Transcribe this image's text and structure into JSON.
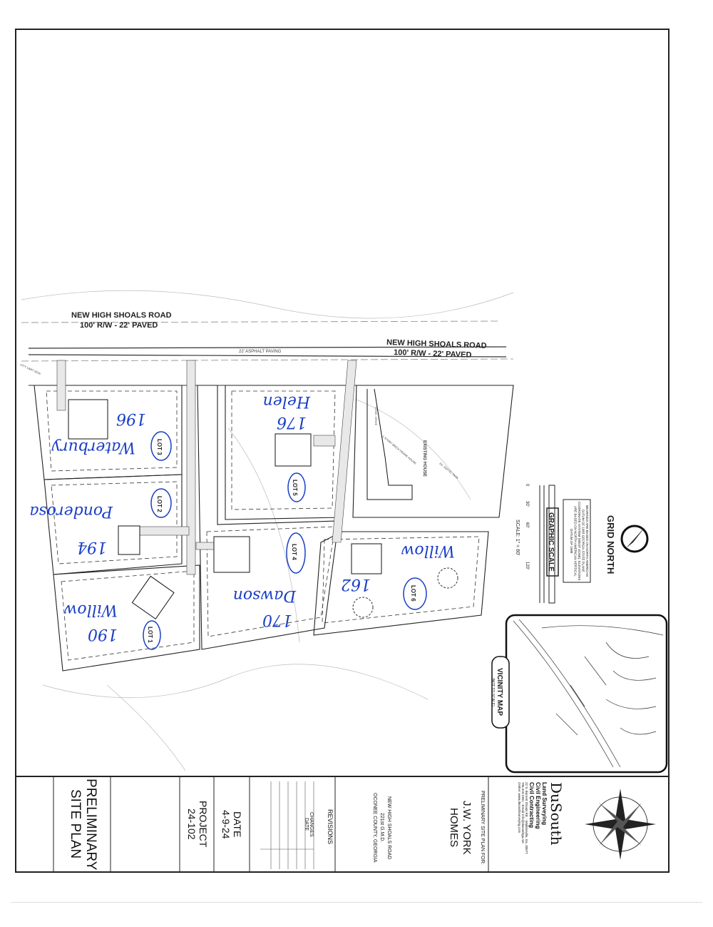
{
  "road": {
    "name": "NEW HIGH SHOALS ROAD",
    "row": "100' R/W - 22' PAVED",
    "paving": "22' ASPHALT PAVING"
  },
  "plan": {
    "lots": [
      {
        "label": "LOT 1",
        "address": "190",
        "model": "Willow"
      },
      {
        "label": "LOT 2",
        "address": "194",
        "model": "Ponderosa"
      },
      {
        "label": "LOT 3",
        "address": "196",
        "model": "Waterbury"
      },
      {
        "label": "LOT 4",
        "address": "170",
        "model": "Dawson"
      },
      {
        "label": "LOT 5",
        "address": "176",
        "model": "Helen"
      },
      {
        "label": "LOT 6",
        "address": "162",
        "model": "Willow"
      }
    ],
    "existing_house": "EXISTING HOUSE",
    "house_desc": "1 STORY BRICK FRAME HOUSE",
    "septic": "EX. SEPTIC TANK",
    "drive": "CONC. DRIVE",
    "city_limit": "CITY LIMIT SIGN"
  },
  "north": {
    "title": "GRID NORTH",
    "note": "BEARINGS ARE BASED ON NORTH AMERICAN DATUM OF 1983 GEORGIA STATE PLANE COORDINATE SYSTEM (WEST ZONE). ELEVATIONS ARE BASED ON NORTH AMERICAN VERTICAL DATUM OF 1988"
  },
  "scale": {
    "title": "GRAPHIC SCALE",
    "ticks": [
      "0",
      "30'",
      "60'",
      "120'"
    ],
    "text": "SCALE: 1\" = 60'"
  },
  "vicinity": {
    "title": "VICINITY MAP",
    "sub": "(NOT TO SCALE)"
  },
  "title_block": {
    "firm": "DuSouth",
    "services": [
      "Land Surveying",
      "Civil Engineering",
      "Civil Contracting"
    ],
    "contact": [
      "22 S. Barnett Shoals Rd. - Watkinsville, Ga. 30677",
      "706.310.1951 - Email: info@dusouthga.net",
      "Online: www.dusouthsurveying.com"
    ],
    "prepared_for": "PRELIMINARY SITE PLAN FOR:",
    "client": "J.W. YORK HOMES",
    "location": [
      "NEW HIGH SHOALS ROAD",
      "221st G.M.D.",
      "OCONEE COUNTY, GEORGIA"
    ],
    "revisions": "REVISIONS",
    "changes": "CHANGES",
    "rev_date": "DATE",
    "date_label": "DATE",
    "date": "4-9-24",
    "project_label": "PROJECT",
    "project": "24-102",
    "sheet_title": "PRELIMINARY SITE PLAN"
  }
}
